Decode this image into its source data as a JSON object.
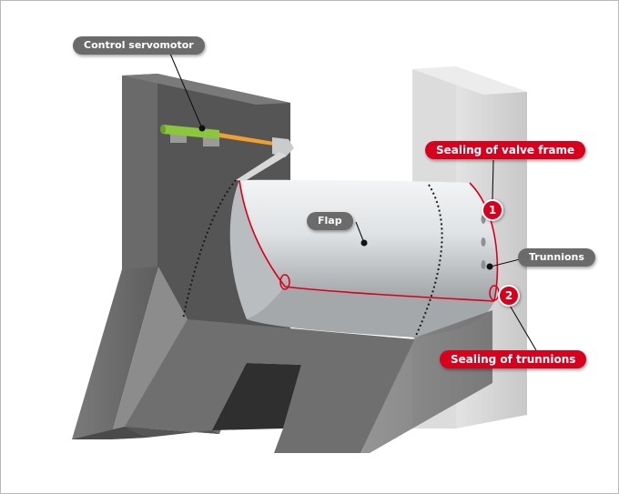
{
  "labels": {
    "control_servomotor": "Control servomotor",
    "flap": "Flap",
    "trunnions": "Trunnions",
    "sealing_valve_frame": "Sealing of valve frame",
    "sealing_trunnions": "Sealing of trunnions"
  },
  "badges": {
    "one": "1",
    "two": "2"
  },
  "colors": {
    "label_gray": "#6b6b6b",
    "label_red": "#d8001c",
    "structure_dark": "#555555",
    "structure_light": "#d2d2d2",
    "seal_red": "#d8001c",
    "servomotor_green": "#8cc63f",
    "servomotor_rod": "#f0a030"
  }
}
